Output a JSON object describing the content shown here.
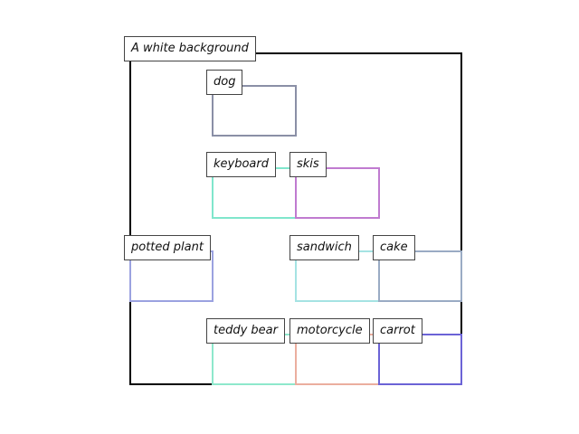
{
  "scene": {
    "label": "A white background"
  },
  "objects": [
    {
      "id": "dog",
      "label": "dog",
      "color": "#8a8fa6"
    },
    {
      "id": "keyboard",
      "label": "keyboard",
      "color": "#80e6cc"
    },
    {
      "id": "skis",
      "label": "skis",
      "color": "#c07bd0"
    },
    {
      "id": "potted-plant",
      "label": "potted plant",
      "color": "#9ba2e0"
    },
    {
      "id": "sandwich",
      "label": "sandwich",
      "color": "#a5e3e3"
    },
    {
      "id": "cake",
      "label": "cake",
      "color": "#9aabc4"
    },
    {
      "id": "teddy-bear",
      "label": "teddy bear",
      "color": "#8ee8cc"
    },
    {
      "id": "motorcycle",
      "label": "motorcycle",
      "color": "#ebae9f"
    },
    {
      "id": "carrot",
      "label": "carrot",
      "color": "#6b63d6"
    }
  ]
}
